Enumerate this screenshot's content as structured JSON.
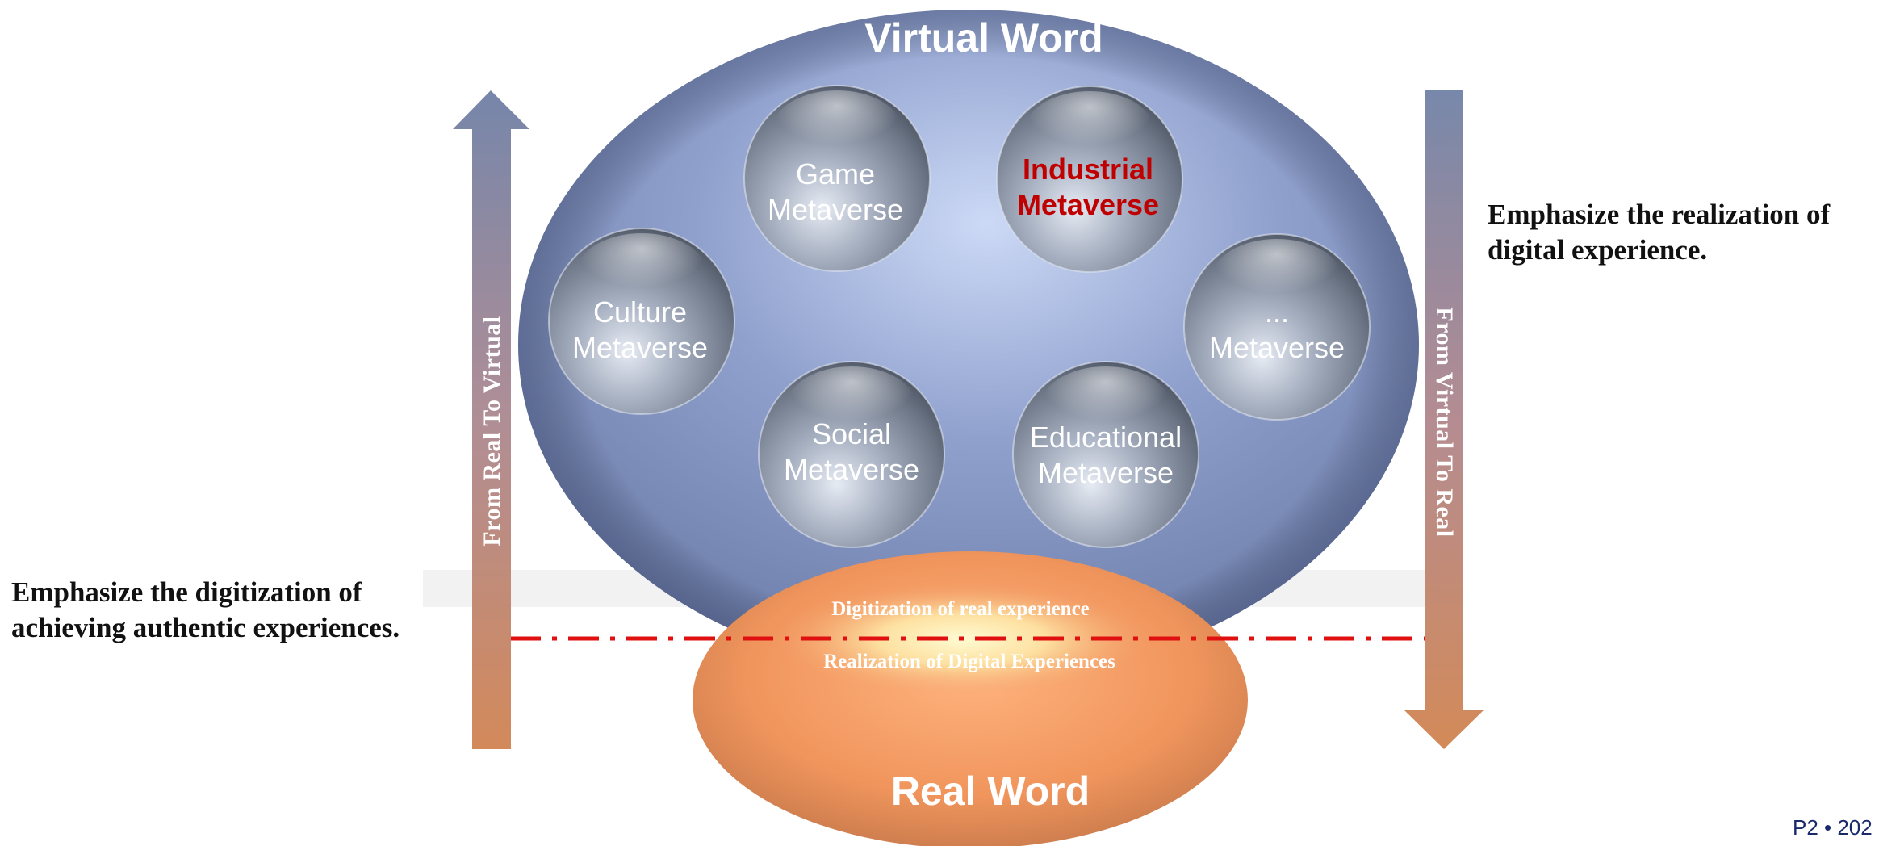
{
  "virtual_world": {
    "title": "Virtual Word"
  },
  "real_world": {
    "title": "Real Word"
  },
  "spheres": [
    {
      "line1": "Game",
      "line2": "Metaverse",
      "highlight": false
    },
    {
      "line1": "Industrial",
      "line2": "Metaverse",
      "highlight": true
    },
    {
      "line1": "Culture",
      "line2": "Metaverse",
      "highlight": false
    },
    {
      "line1": "...",
      "line2": "Metaverse",
      "highlight": false
    },
    {
      "line1": "Social",
      "line2": "Metaverse",
      "highlight": false
    },
    {
      "line1": "Educational",
      "line2": "Metaverse",
      "highlight": false
    }
  ],
  "arrows": {
    "up_label": "From Real To Virtual",
    "down_label": "From  Virtual To Real"
  },
  "boundary": {
    "upper_text": "Digitization of real experience",
    "lower_text": "Realization of Digital Experiences"
  },
  "annotations": {
    "left": {
      "line1": "Emphasize the digitization of",
      "line2": "achieving authentic experiences."
    },
    "right": {
      "line1": "Emphasize the realization of",
      "line2": "digital experience."
    }
  },
  "page": {
    "number": "P2 • 202"
  },
  "colors": {
    "virtual_light": "#c9d6f4",
    "virtual_mid": "#8e9fcc",
    "virtual_dark": "#5f6f9c",
    "real_light": "#fff7c8",
    "real_mid": "#f4a36a",
    "real_dark": "#c97a4a",
    "highlight_text": "#c00000",
    "dash_line": "#e01010",
    "arrow_top": "#7888aa",
    "arrow_bottom": "#d28a5a"
  }
}
